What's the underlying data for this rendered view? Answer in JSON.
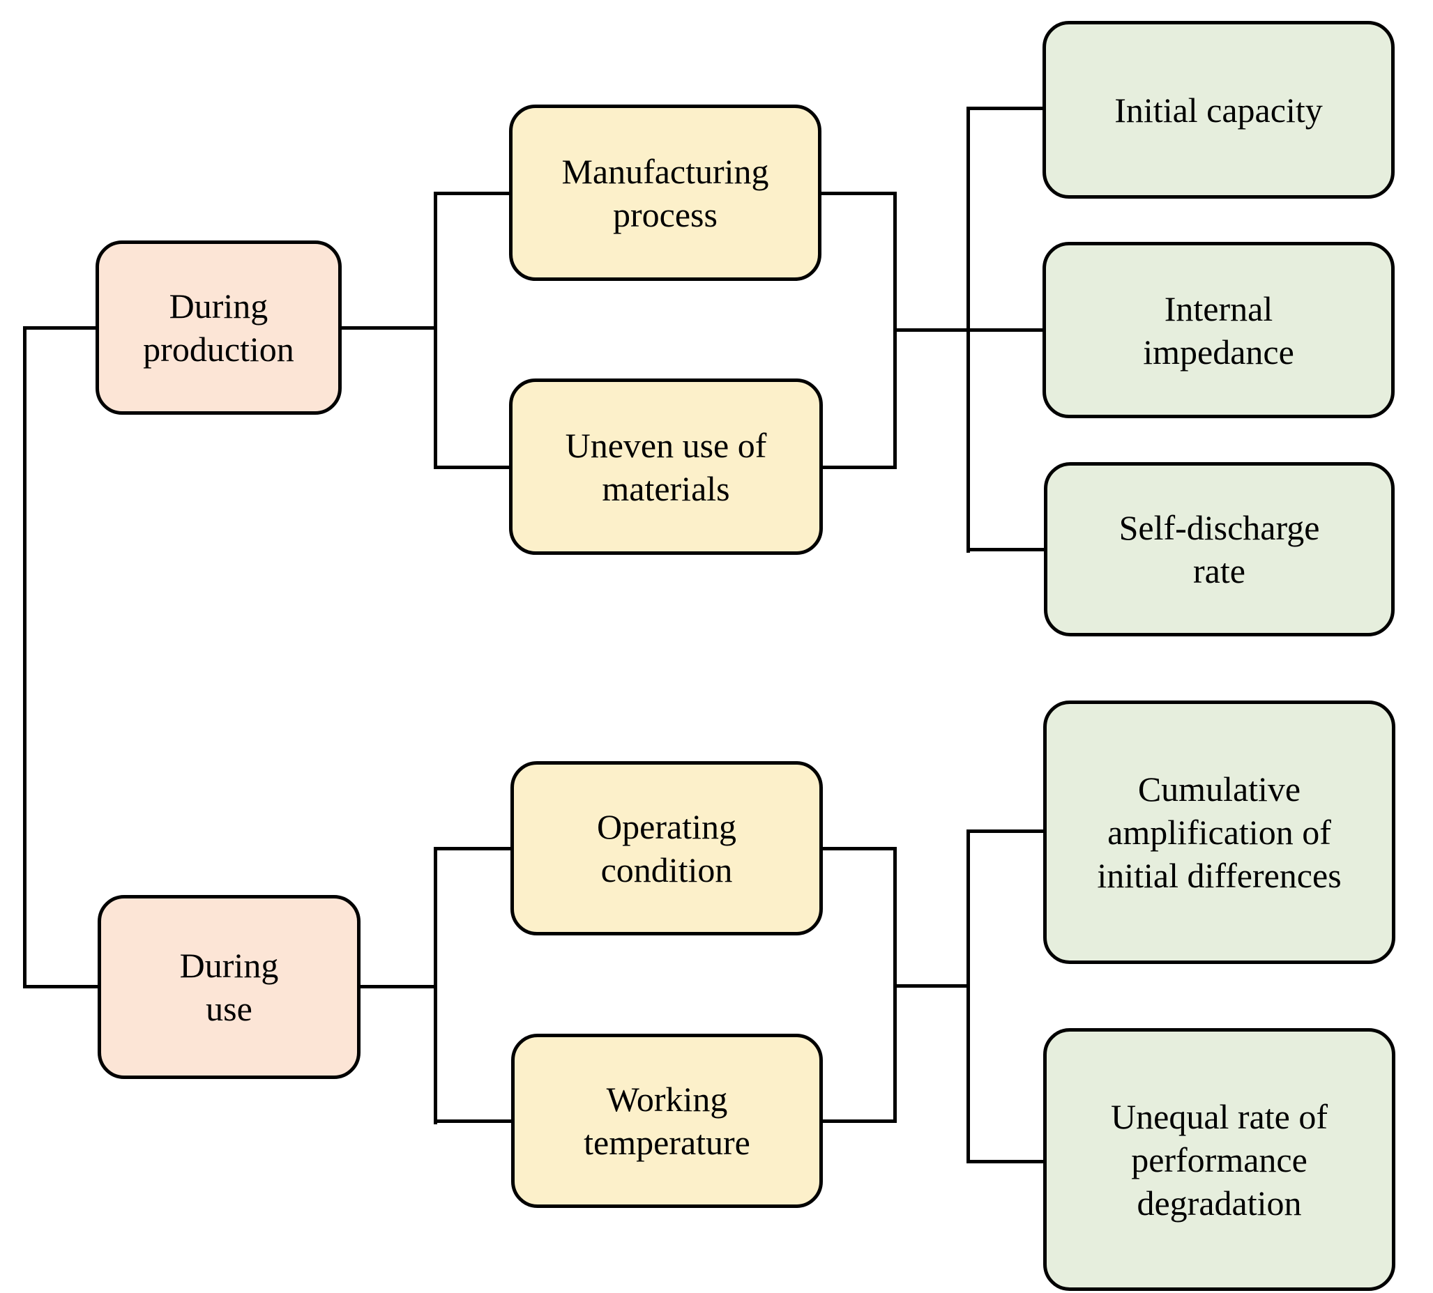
{
  "colors": {
    "stage_fill": "#fce5d6",
    "cause_fill": "#fcf0ca",
    "effect_fill": "#e6eedd",
    "line_color": "#000000",
    "text_color": "#000000",
    "background": "#ffffff"
  },
  "nodes": {
    "during_production": {
      "label": "During\nproduction",
      "role": "stage"
    },
    "during_use": {
      "label": "During\nuse",
      "role": "stage"
    },
    "manufacturing_process": {
      "label": "Manufacturing\nprocess",
      "role": "cause"
    },
    "uneven_use_of_materials": {
      "label": "Uneven use of\nmaterials",
      "role": "cause"
    },
    "operating_condition": {
      "label": "Operating\ncondition",
      "role": "cause"
    },
    "working_temperature": {
      "label": "Working\ntemperature",
      "role": "cause"
    },
    "initial_capacity": {
      "label": "Initial capacity",
      "role": "effect"
    },
    "internal_impedance": {
      "label": "Internal\nimpedance",
      "role": "effect"
    },
    "self_discharge_rate": {
      "label": "Self-discharge\nrate",
      "role": "effect"
    },
    "cumulative_amplification_of_initial_differences": {
      "label": "Cumulative\namplification of\ninitial differences",
      "role": "effect"
    },
    "unequal_rate_of_performance_degradation": {
      "label": "Unequal rate of\nperformance\ndegradation",
      "role": "effect"
    }
  },
  "branches": [
    {
      "stage": "during_production",
      "causes": [
        "manufacturing_process",
        "uneven_use_of_materials"
      ],
      "effects": [
        "initial_capacity",
        "internal_impedance",
        "self_discharge_rate"
      ]
    },
    {
      "stage": "during_use",
      "causes": [
        "operating_condition",
        "working_temperature"
      ],
      "effects": [
        "cumulative_amplification_of_initial_differences",
        "unequal_rate_of_performance_degradation"
      ]
    }
  ]
}
